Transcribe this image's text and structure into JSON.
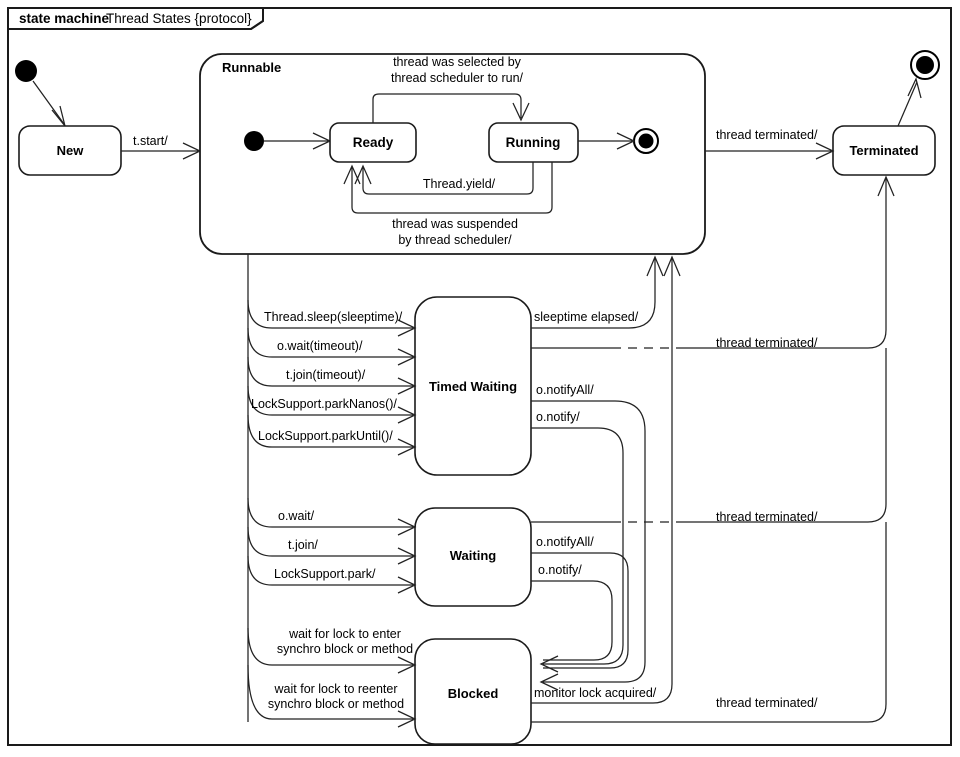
{
  "header": {
    "keyword": "state machine",
    "title": "Thread States {protocol}"
  },
  "colors": {
    "composite_state_text": "#1a64b4",
    "simple_state_text": "#000000",
    "line": "#222222",
    "frame": "#1a1a1a",
    "background": "#ffffff"
  },
  "states": {
    "new": {
      "label": "New"
    },
    "runnable": {
      "label": "Runnable"
    },
    "ready": {
      "label": "Ready"
    },
    "running": {
      "label": "Running"
    },
    "terminated": {
      "label": "Terminated"
    },
    "timed_waiting": {
      "label": "Timed Waiting"
    },
    "waiting": {
      "label": "Waiting"
    },
    "blocked": {
      "label": "Blocked"
    }
  },
  "pseudostates": {
    "initial_outer": "initial-node",
    "initial_runnable": "initial-node",
    "final_runnable": "final-node",
    "final_outer": "final-node"
  },
  "transitions": {
    "start": "t.start/",
    "selected_by_scheduler": {
      "line1": "thread was selected by",
      "line2": "thread scheduler to run/"
    },
    "thread_yield": "Thread.yield/",
    "suspended_by_scheduler": {
      "line1": "thread was suspended",
      "line2": "by thread scheduler/"
    },
    "terminated_runnable": "thread terminated/",
    "thread_sleep": "Thread.sleep(sleeptime)/",
    "o_wait_timeout": "o.wait(timeout)/",
    "t_join_timeout": "t.join(timeout)/",
    "park_nanos": "LockSupport.parkNanos()/",
    "park_until": "LockSupport.parkUntil()/",
    "sleeptime_elapsed": "sleeptime elapsed/",
    "notify_all_timed": "o.notifyAll/",
    "notify_timed": "o.notify/",
    "terminated_timed": "thread terminated/",
    "o_wait": "o.wait/",
    "t_join": "t.join/",
    "park": "LockSupport.park/",
    "notify_all_waiting": "o.notifyAll/",
    "notify_waiting": "o.notify/",
    "terminated_waiting": "thread terminated/",
    "wait_enter": {
      "line1": "wait for lock to enter",
      "line2": "synchro block or method"
    },
    "wait_reenter": {
      "line1": "wait for lock to reenter",
      "line2": "synchro block or method"
    },
    "monitor_lock_acquired": "monitor lock acquired/",
    "terminated_blocked": "thread terminated/"
  }
}
